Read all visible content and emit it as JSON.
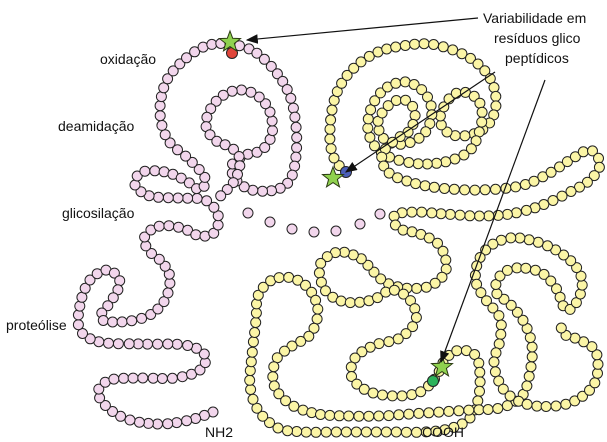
{
  "labels": {
    "oxidation": "oxidação",
    "deamidation": "deamidação",
    "glycosylation": "glicosilação",
    "proteolysis": "proteólise",
    "variability_line1": "Variabilidade em",
    "variability_line2": "resíduos glico",
    "variability_line3": "peptídicos",
    "nh2": "NH2",
    "cooh": "COOH"
  },
  "colors": {
    "pink_bead": "#f2d6ec",
    "yellow_bead": "#fbf5a6",
    "bead_stroke": "#222222",
    "star": "#8fd14f",
    "red_dot": "#e0453a",
    "blue_dot": "#4b5fb8",
    "green_dot": "#2db35b"
  },
  "icons": [
    "star-marker",
    "arrow"
  ]
}
